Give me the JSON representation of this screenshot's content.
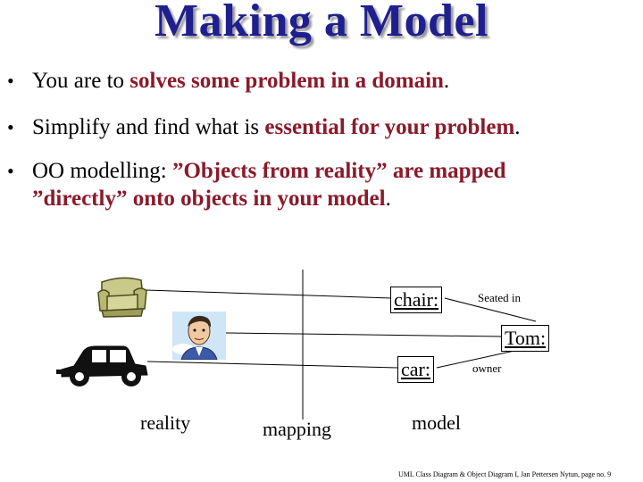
{
  "slide": {
    "title": "Making a Model",
    "bullets": [
      {
        "pre": "You are to ",
        "em": "solves some problem in a domain",
        "post": "."
      },
      {
        "pre": "Simplify and find what is ",
        "em": "essential for your problem",
        "post": "."
      },
      {
        "pre": "OO modelling: ",
        "em": "”Objects from reality” are mapped",
        "line2_em": "”directly” onto objects in your model",
        "post": "."
      }
    ]
  },
  "diagram": {
    "objects": {
      "chair": "chair:",
      "tom": "Tom:",
      "car": "car:"
    },
    "associations": {
      "seated_in": "Seated in",
      "owner": "owner"
    },
    "captions": {
      "reality": "reality",
      "mapping": "mapping",
      "model": "model"
    },
    "icons": [
      "armchair-icon",
      "man-portrait-icon",
      "vintage-car-icon"
    ]
  },
  "footer": "UML Class Diagram & Object Diagram I, Jan Pettersen Nytun, page no. 9",
  "colors": {
    "title": "#1f1f8f",
    "emphasis": "#8b1a2a"
  }
}
